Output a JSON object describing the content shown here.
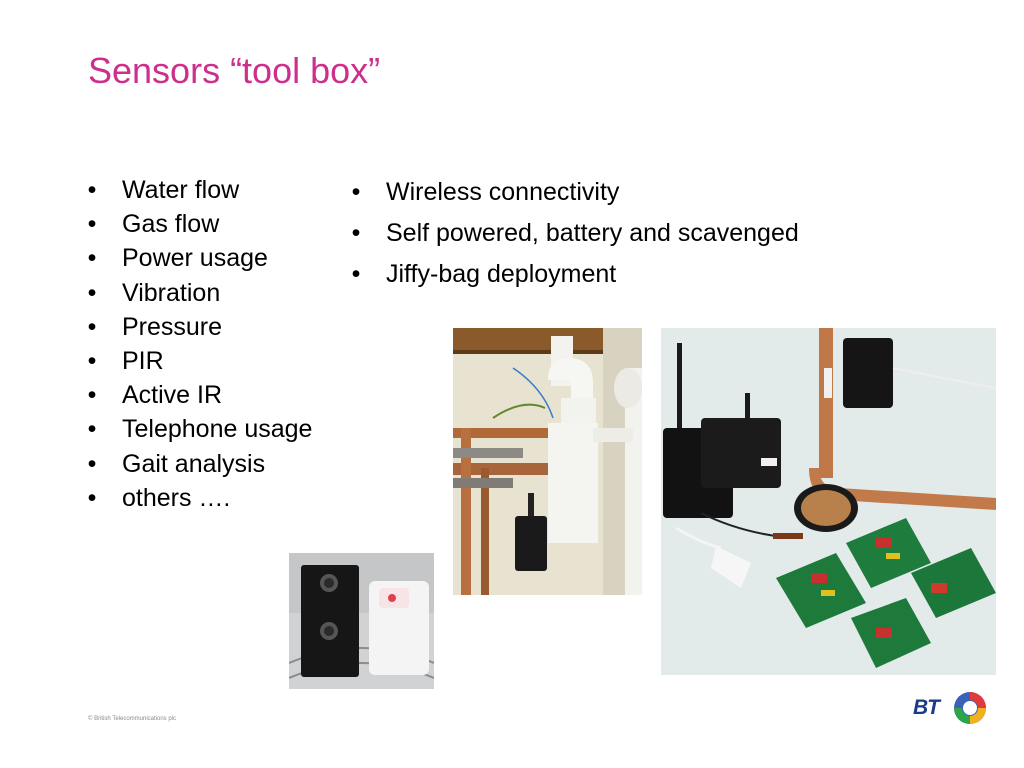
{
  "slide": {
    "title": "Sensors “tool box”",
    "left_bullets": [
      "Water flow",
      "Gas flow",
      "Power usage",
      "Vibration",
      "Pressure",
      "PIR",
      "Active IR",
      "Telephone usage",
      "Gait analysis",
      "others …."
    ],
    "right_bullets": [
      "Wireless connectivity",
      "Self powered, battery and scavenged",
      "Jiffy-bag deployment"
    ],
    "bullet_symbol": "•",
    "footer": {
      "copyright": "© British Telecommunications plc",
      "logo_text": "BT"
    }
  },
  "colors": {
    "title": "#cc2f8c",
    "text": "#000000",
    "bt_blue": "#1a3a8a"
  },
  "icons": [
    "pipework-sensor-photo",
    "sensor-kit-photo",
    "pir-sensor-photo",
    "bt-logo-icon"
  ]
}
